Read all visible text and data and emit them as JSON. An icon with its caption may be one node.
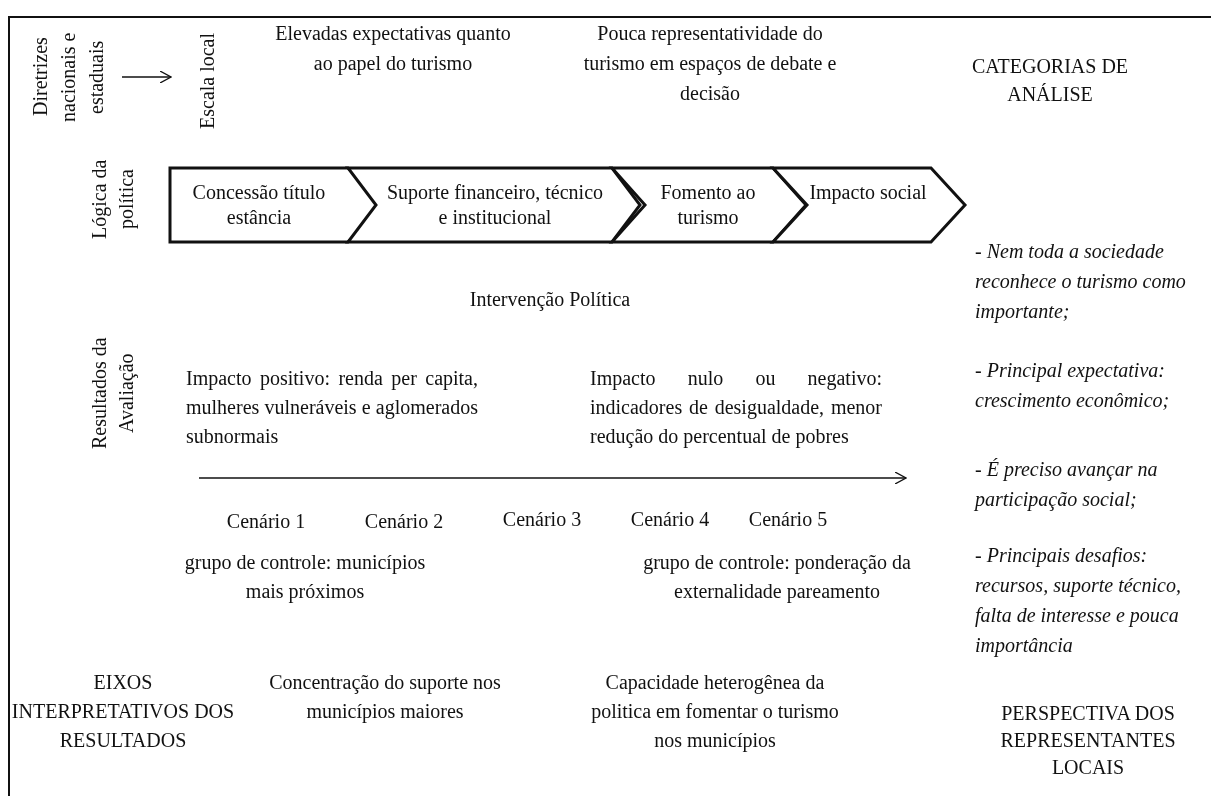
{
  "diagram": {
    "nodes": [
      {
        "text": [
          "Diretrizes nacionais e estaduais"
        ]
      },
      {
        "text": [
          "Escala local"
        ]
      },
      {
        "text": [
          "Concessão título estância"
        ]
      },
      {
        "text": [
          "Suporte financeiro, técnico e institucional"
        ]
      },
      {
        "text": [
          "Fomento ao turismo"
        ]
      },
      {
        "text": [
          "Impacto social"
        ]
      }
    ],
    "edges": [
      {
        "from": 0,
        "to": 1,
        "arrow": "to"
      }
    ],
    "labels": [
      "Elevadas expectativas quanto ao papel do turismo",
      "Pouca representatividade do turismo em espaços de debate e decisão",
      "CATEGORIAS DE ANÁLISE",
      "Lógica da política",
      "Intervenção Política",
      "Resultados da Avaliação",
      "Impacto positivo: renda per capita, mulheres vulneráveis e aglomerados subnormais",
      "Impacto nulo ou negativo: indicadores de desigualdade, menor redução do percentual de pobres",
      "- Nem toda a sociedade reconhece o turismo como importante;",
      "- Principal expectativa: crescimento econômico;",
      "- É preciso avançar na participação social;",
      "- Principais desafios: recursos, suporte técnico, falta de interesse e pouca importância",
      "Cenário 1",
      "Cenário 2",
      "Cenário 3",
      "Cenário 4",
      "Cenário 5",
      "grupo de controle: municípios mais próximos",
      "grupo de controle: ponderação da externalidade pareamento",
      "EIXOS INTERPRETATIVOS DOS RESULTADOS",
      "Concentração do suporte nos municípios maiores",
      "Capacidade heterogênea da politica em fomentar o turismo nos municípios",
      "PERSPECTIVA DOS REPRESENTANTES LOCAIS"
    ]
  }
}
